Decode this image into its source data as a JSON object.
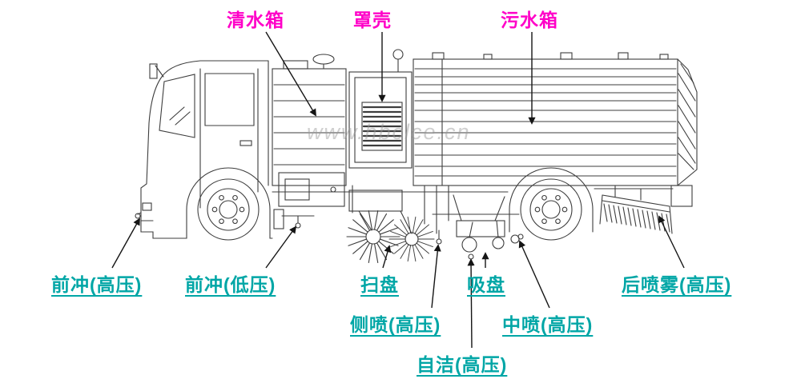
{
  "colors": {
    "top_label": "#ff00c8",
    "bottom_label": "#00a6a6",
    "line_art": "#3d3d3d",
    "arrow": "#151515"
  },
  "watermark": {
    "text": "www.hbclce.cn"
  },
  "labels": {
    "clean_water_tank": "清水箱",
    "cover_shell": "罩壳",
    "sewage_tank": "污水箱",
    "front_flush_high": "前冲(高压)",
    "front_flush_low": "前冲(低压)",
    "sweep_disc": "扫盘",
    "suction_plate": "吸盘",
    "rear_spray_high": "后喷雾(高压)",
    "side_spray_high": "侧喷(高压)",
    "mid_spray_high": "中喷(高压)",
    "self_clean_high": "自洁(高压)"
  }
}
